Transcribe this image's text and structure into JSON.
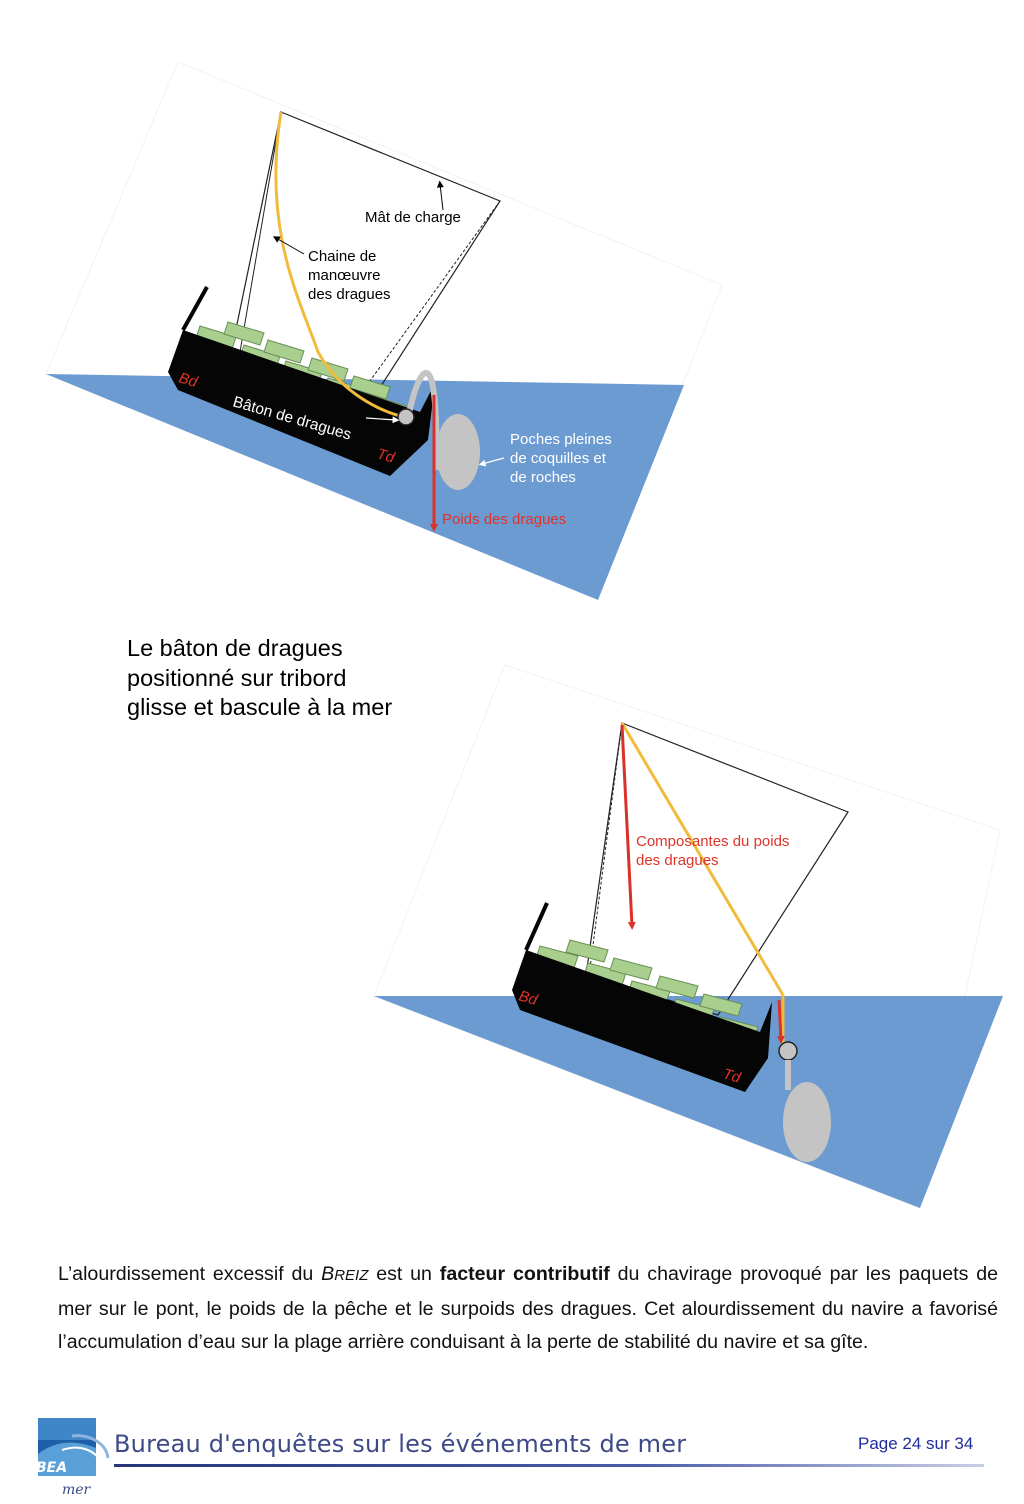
{
  "diagram1": {
    "labels": {
      "mat": "Mât de charge",
      "chaine_l1": "Chaine de",
      "chaine_l2": "manœuvre",
      "chaine_l3": "des dragues",
      "baton": "Bâton de dragues",
      "bd": "Bd",
      "td": "Td",
      "poches_l1": "Poches pleines",
      "poches_l2": "de coquilles et",
      "poches_l3": "de roches",
      "poids": "Poids des dragues"
    }
  },
  "caption": {
    "line1": "Le bâton de dragues",
    "line2": "positionné sur tribord",
    "line3": "glisse et bascule à la mer"
  },
  "diagram2": {
    "labels": {
      "composantes_l1": "Composantes du poids",
      "composantes_l2": "des dragues",
      "bd": "Bd",
      "td": "Td"
    }
  },
  "paragraph": {
    "p1": "L’alourdissement excessif du ",
    "ship_initial": "B",
    "ship_rest": "REIZ",
    "p2": " est un ",
    "bold": "facteur contributif",
    "p3": " du chavirage provoqué par les paquets de mer sur le pont, le poids de la pêche et le surpoids des dragues. Cet alourdissement du navire a favorisé l’accumulation d’eau sur la plage arrière conduisant à la perte de stabilité du navire et sa gîte."
  },
  "footer": {
    "title": "Bureau d'enquêtes sur les événements de mer",
    "page": "Page 24 sur 34",
    "logo_text_1": "BEA",
    "logo_text_2": "mer"
  },
  "colors": {
    "sea": "#6b9bd1",
    "hull": "#050505",
    "crates": "#a8cf8e",
    "chain": "#f2bb3c",
    "force": "#d8322a",
    "label_red": "#e0332a",
    "pocket": "#c4c4c4",
    "footer_blue": "#3d4a86"
  }
}
